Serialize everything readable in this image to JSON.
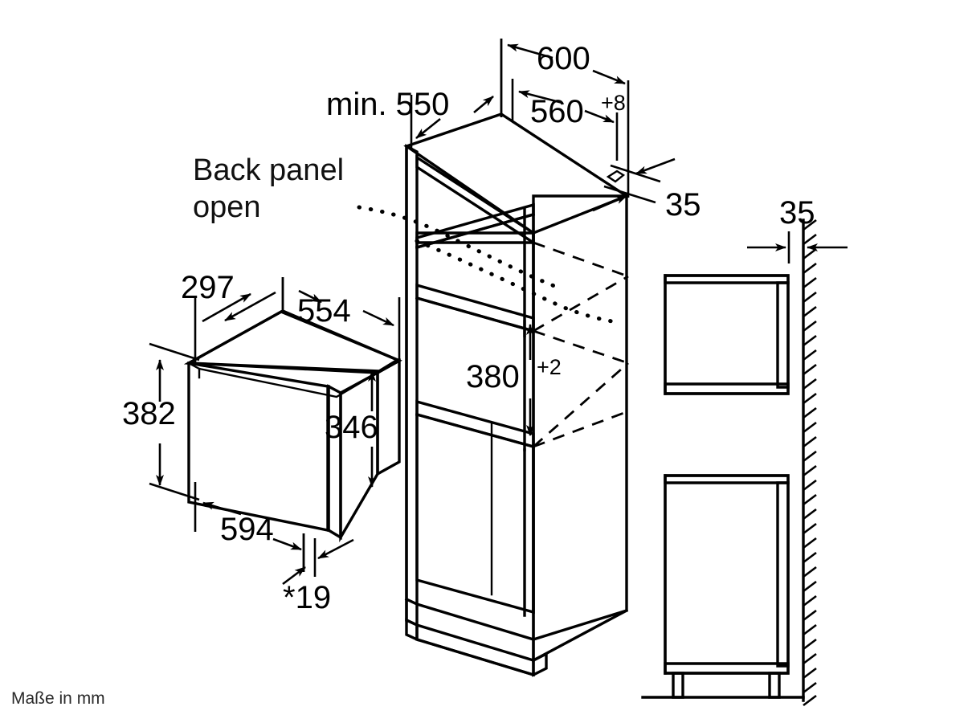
{
  "diagram": {
    "title": "Built-in microwave oven installation dimensions",
    "unit_note": "Maße in mm",
    "note_line1": "Back panel",
    "note_line2": "open",
    "stroke_color": "#000000",
    "background_color": "#ffffff"
  },
  "appliance": {
    "name": "microwave-oven",
    "dimensions": {
      "depth": "297",
      "width_top": "554",
      "height_front": "382",
      "height_body": "346",
      "width_front": "594",
      "trim_thickness": "*19"
    }
  },
  "niche": {
    "name": "cabinet-niche",
    "dimensions": {
      "min_depth": "min. 550",
      "outer_width": "600",
      "niche_width": "560",
      "niche_width_tolerance": "+8",
      "niche_height": "380",
      "niche_height_tolerance": "+2",
      "top_clearance": "35"
    }
  },
  "side_view": {
    "name": "cabinet-side-elevation",
    "dimensions": {
      "wall_gap": "35"
    }
  },
  "labels": {
    "d297": "297",
    "d554": "554",
    "d382": "382",
    "d346": "346",
    "d594": "594",
    "d19": "*19",
    "d550": "min. 550",
    "d600": "600",
    "d560": "560",
    "d560_sup": "+8",
    "d380": "380",
    "d380_sup": "+2",
    "d35_top": "35",
    "d35_wall": "35",
    "back_panel_1": "Back panel",
    "back_panel_2": "open",
    "dots": "..........",
    "masse": "Maße in mm"
  }
}
